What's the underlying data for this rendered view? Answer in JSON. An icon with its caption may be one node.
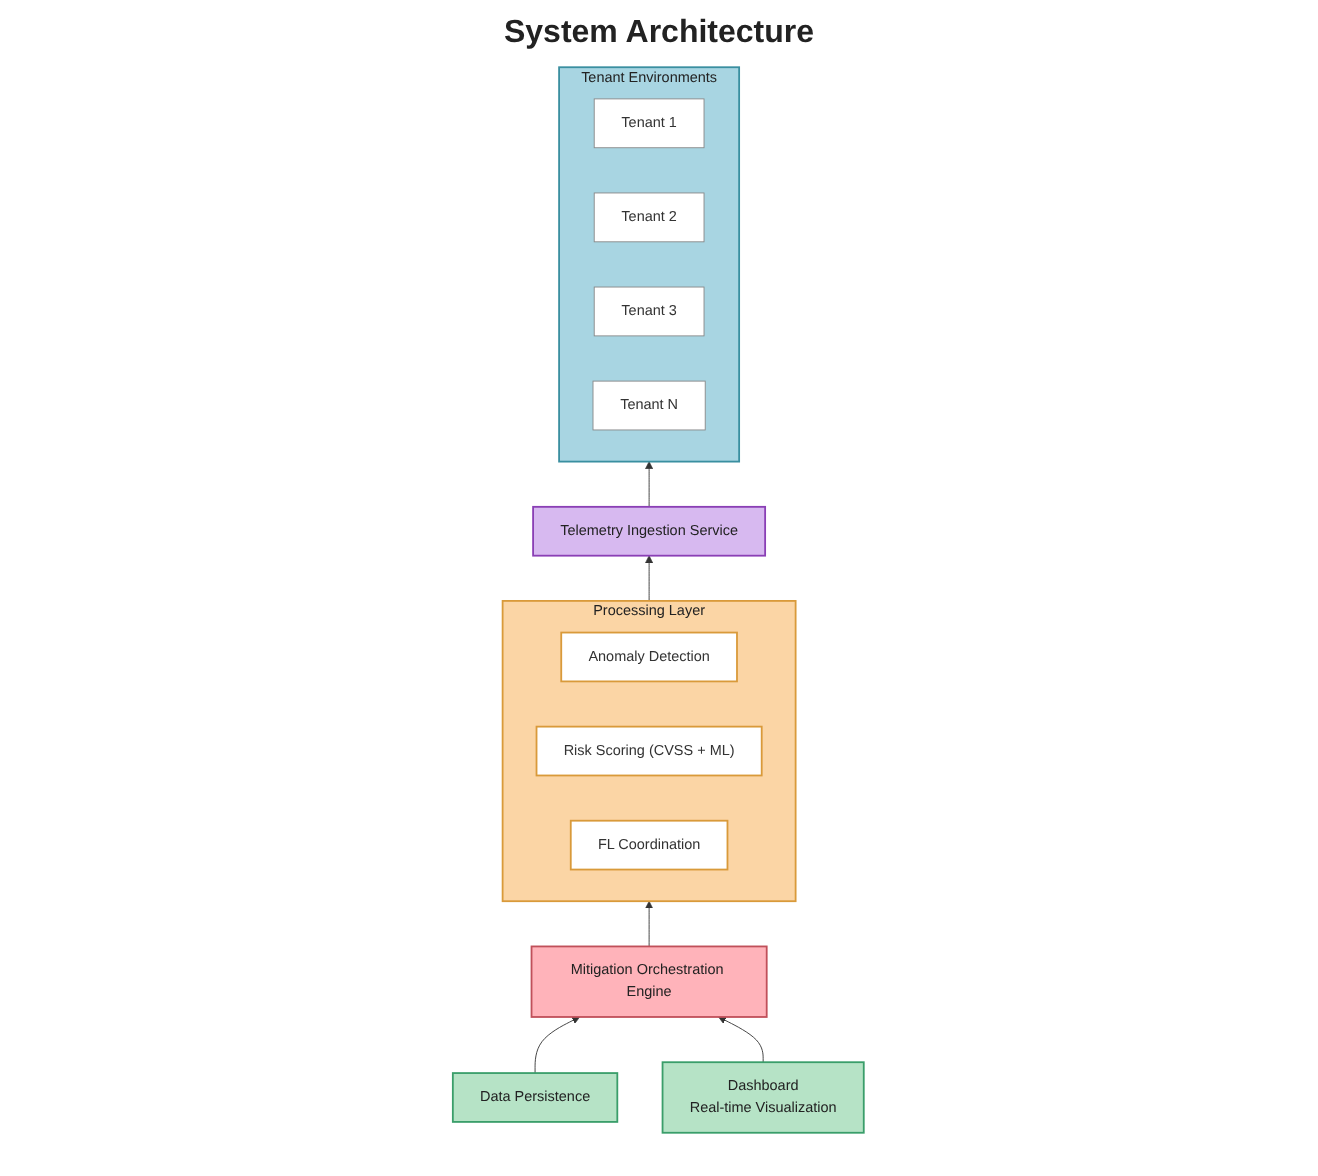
{
  "diagram": {
    "title": "System Architecture",
    "nodes": [
      {
        "text": [
          "Tenant Environments"
        ]
      },
      {
        "text": [
          "Tenant 1"
        ],
        "in": 0
      },
      {
        "text": [
          "Tenant 2"
        ],
        "in": 0
      },
      {
        "text": [
          "Tenant 3"
        ],
        "in": 0
      },
      {
        "text": [
          "Tenant N"
        ],
        "in": 0
      },
      {
        "text": [
          "Telemetry Ingestion Service"
        ]
      },
      {
        "text": [
          "Processing Layer"
        ]
      },
      {
        "text": [
          "Anomaly Detection"
        ],
        "in": 6
      },
      {
        "text": [
          "Risk Scoring (CVSS + ML)"
        ],
        "in": 6
      },
      {
        "text": [
          "FL Coordination"
        ],
        "in": 6
      },
      {
        "text": [
          "Mitigation Orchestration Engine"
        ]
      },
      {
        "text": [
          "Data Persistence"
        ]
      },
      {
        "text": [
          "Dashboard",
          "Real-time Visualization"
        ]
      }
    ],
    "edges": [
      {
        "from": 5,
        "to": 0,
        "arrow": "to"
      },
      {
        "from": 6,
        "to": 5,
        "arrow": "to"
      },
      {
        "from": 10,
        "to": 6,
        "arrow": "to"
      },
      {
        "from": 11,
        "to": 10,
        "arrow": "to"
      },
      {
        "from": 12,
        "to": 10,
        "arrow": "to"
      }
    ]
  }
}
